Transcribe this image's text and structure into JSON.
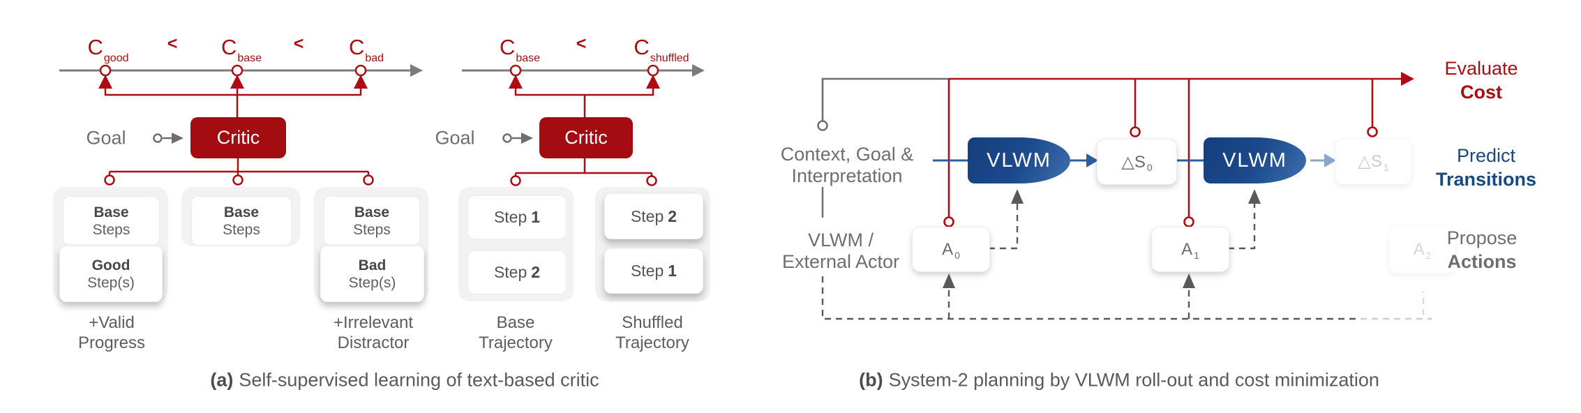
{
  "colors": {
    "red": "#a90d12",
    "critic_fill": "#a30d11",
    "vlwm_blue": "#1c4a8c",
    "blue_accent": "#2e5d9e",
    "blue_text": "#174a7e",
    "gray_text": "#6e6e6e",
    "panel_gray": "#f2f2f3"
  },
  "figure_a": {
    "caption": {
      "tag": "(a)",
      "text": "Self-supervised learning of text-based critic"
    },
    "contrastive": {
      "c_labels": [
        {
          "base": "C",
          "sub": "good"
        },
        {
          "base": "C",
          "sub": "base"
        },
        {
          "base": "C",
          "sub": "bad"
        }
      ],
      "lt1": "<",
      "lt2": "<",
      "goal": "Goal",
      "critic": "Critic",
      "panels": [
        {
          "box1_title": "Base",
          "box1_sub": "Steps",
          "box2_title": "Good",
          "box2_sub": "Step(s)",
          "label_line1": "+Valid",
          "label_line2": "Progress"
        },
        {
          "box1_title": "Base",
          "box1_sub": "Steps"
        },
        {
          "box1_title": "Base",
          "box1_sub": "Steps",
          "box2_title": "Bad",
          "box2_sub": "Step(s)",
          "label_line1": "+Irrelevant",
          "label_line2": "Distractor"
        }
      ]
    },
    "shuffle": {
      "c_labels": [
        {
          "base": "C",
          "sub": "base"
        },
        {
          "base": "C",
          "sub": "shuffled"
        }
      ],
      "lt": "<",
      "goal": "Goal",
      "critic": "Critic",
      "panels": [
        {
          "step_a_pre": "Step",
          "step_a_num": "1",
          "step_b_pre": "Step",
          "step_b_num": "2",
          "label_line1": "Base",
          "label_line2": "Trajectory"
        },
        {
          "step_a_pre": "Step",
          "step_a_num": "2",
          "step_b_pre": "Step",
          "step_b_num": "1",
          "label_line1": "Shuffled",
          "label_line2": "Trajectory"
        }
      ]
    }
  },
  "figure_b": {
    "caption": {
      "tag": "(b)",
      "text": "System-2 planning by  VLWM roll-out and cost minimization"
    },
    "context_label_line1": "Context, Goal &",
    "context_label_line2": "Interpretation",
    "actor_label_line1": "VLWM /",
    "actor_label_line2": "External Actor",
    "vlwm1": "VLWM",
    "vlwm2": "VLWM",
    "state0": {
      "base": "△S",
      "sub": "0"
    },
    "state1": {
      "base": "△S",
      "sub": "1"
    },
    "action0": {
      "base": "A",
      "sub": "0"
    },
    "action1": {
      "base": "A",
      "sub": "1"
    },
    "action2": {
      "base": "A",
      "sub": "2"
    },
    "side_labels": {
      "evaluate_line1": "Evaluate",
      "evaluate_line2": "Cost",
      "predict_line1": "Predict",
      "predict_line2": "Transitions",
      "propose_line1": "Propose",
      "propose_line2": "Actions"
    }
  }
}
